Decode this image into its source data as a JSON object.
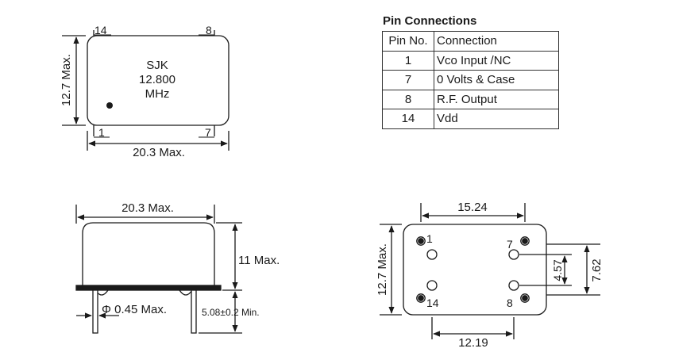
{
  "top_view": {
    "pin_labels": {
      "p14": "14",
      "p8": "8",
      "p1": "1",
      "p7": "7"
    },
    "marking": {
      "line1": "SJK",
      "line2": "12.800",
      "line3": "MHz"
    },
    "dim_width": "20.3 Max.",
    "dim_height": "12.7 Max."
  },
  "pin_table": {
    "title": "Pin Connections",
    "header": {
      "pin_no": "Pin No.",
      "connection": "Connection"
    },
    "rows": [
      {
        "pin": "1",
        "connection": "Vco Input /NC"
      },
      {
        "pin": "7",
        "connection": "0 Volts & Case"
      },
      {
        "pin": "8",
        "connection": "R.F. Output"
      },
      {
        "pin": "14",
        "connection": "Vdd"
      }
    ]
  },
  "side_view": {
    "dim_width": "20.3 Max.",
    "dim_height": "11 Max.",
    "dim_pin_diameter": "Φ 0.45 Max.",
    "dim_pin_length": "5.08±0.2 Min."
  },
  "bottom_view": {
    "pin_labels": {
      "p1": "1",
      "p7": "7",
      "p14": "14",
      "p8": "8"
    },
    "dim_top": "15.24",
    "dim_bottom": "12.19",
    "dim_left": "12.7 Max.",
    "dim_right_inner": "4.57",
    "dim_right_outer": "7.62"
  }
}
